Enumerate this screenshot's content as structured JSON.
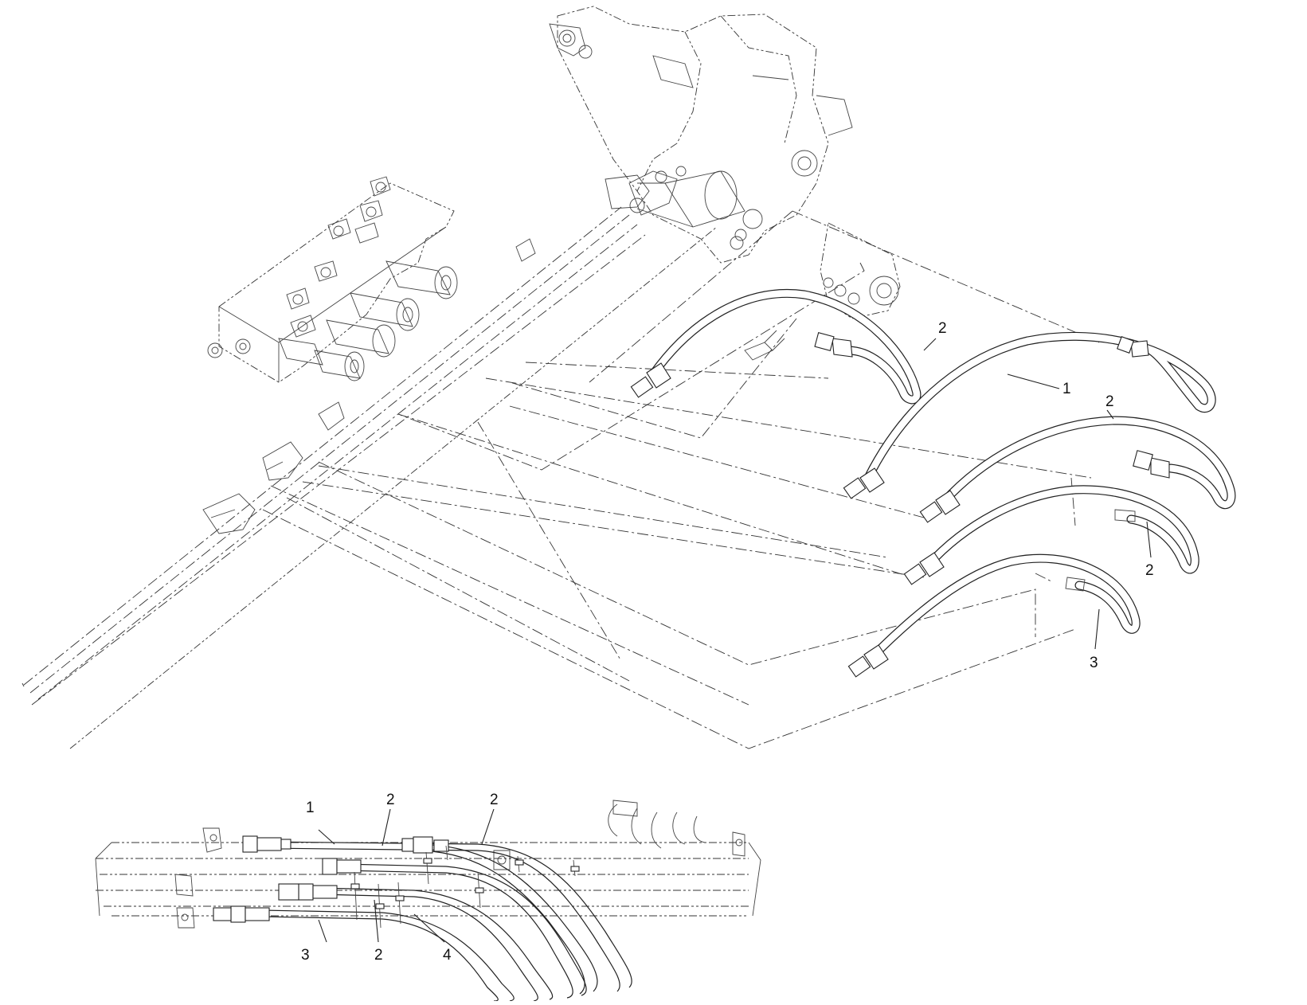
{
  "callouts": {
    "c1": "2",
    "c2": "1",
    "c3": "2",
    "c4": "2",
    "c5": "3"
  },
  "inset_callouts": {
    "i1": "1",
    "i2": "2",
    "i3": "2",
    "i4": "3",
    "i5": "2",
    "i6": "4"
  },
  "colors": {
    "line": "#222222",
    "background": "#ffffff"
  }
}
